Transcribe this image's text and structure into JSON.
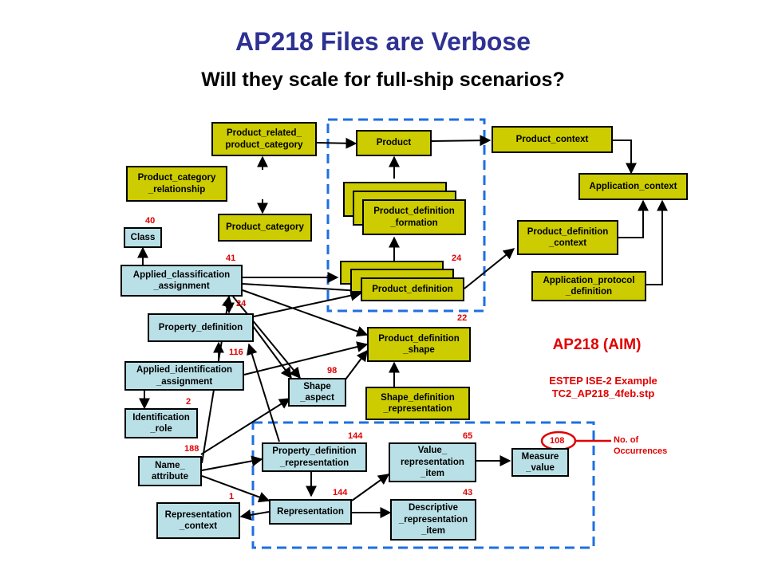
{
  "title": "AP218 Files are Verbose",
  "subtitle": "Will they scale for full-ship scenarios?",
  "boxes": {
    "product_related_category": "Product_related_\nproduct_category",
    "product_category_relationship": "Product_category\n_relationship",
    "product_category": "Product_category",
    "product": "Product",
    "product_context": "Product_context",
    "application_context": "Application_context",
    "product_definition_formation": "Product_definition\n_formation",
    "product_definition_context": "Product_definition\n_context",
    "application_protocol_definition": "Application_protocol\n_definition",
    "class": "Class",
    "applied_classification_assignment": "Applied_classification\n_assignment",
    "product_definition": "Product_definition",
    "property_definition": "Property_definition",
    "product_definition_shape": "Product_definition\n_shape",
    "applied_identification_assignment": "Applied_identification\n_assignment",
    "shape_aspect": "Shape\n_aspect",
    "shape_definition_representation": "Shape_definition\n_representation",
    "identification_role": "Identification\n_role",
    "name_attribute": "Name_\nattribute",
    "property_definition_representation": "Property_definition\n_representation",
    "value_representation_item": "Value_\nrepresentation\n_item",
    "measure_value": "Measure\n_value",
    "representation_context": "Representation\n_context",
    "representation": "Representation",
    "descriptive_representation_item": "Descriptive\n_representation\n_item"
  },
  "counts": {
    "class": "40",
    "applied_classification_assignment": "41",
    "product_definition": "24",
    "property_definition": "24",
    "product_definition_shape": "22",
    "applied_identification_assignment": "116",
    "shape_aspect": "98",
    "identification_role": "2",
    "name_attribute": "188",
    "property_definition_representation": "144",
    "value_representation_item": "65",
    "representation": "144",
    "descriptive_representation_item": "43",
    "representation_context": "1",
    "measure_value": "108"
  },
  "legend": {
    "aim_label": "AP218 (AIM)",
    "example_line1": "ESTEP ISE-2 Example",
    "example_line2": "TC2_AP218_4feb.stp",
    "occurrences_label": "No. of\nOccurrences"
  },
  "colors": {
    "title": "#2e3192",
    "box_yellow": "#cccc00",
    "box_cyan": "#b9e0e6",
    "count_red": "#e00000",
    "dashed_blue": "#1e6fe0"
  }
}
